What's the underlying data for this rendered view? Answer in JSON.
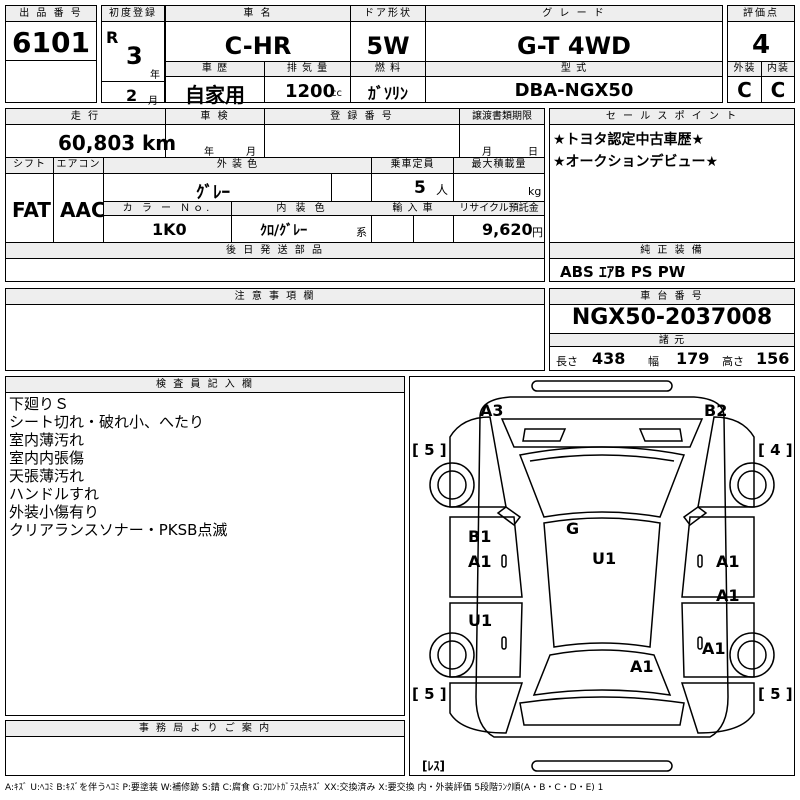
{
  "header": {
    "lot_no_label": "出 品 番 号",
    "lot_no": "6101",
    "first_reg_label": "初度登録",
    "era": "R",
    "year": "3",
    "year_unit": "年",
    "month": "2",
    "month_unit": "月",
    "car_name_label": "車 名",
    "car_name": "C-HR",
    "door_label": "ドア形状",
    "door": "5W",
    "grade_label": "グ レ ー ド",
    "grade": "G-T 4WD",
    "score_label": "評価点",
    "score": "4",
    "history_label": "車 歴",
    "history": "自家用",
    "displacement_label": "排 気 量",
    "displacement": "1200",
    "displacement_unit": "cc",
    "fuel_label": "燃 料",
    "fuel": "ｶﾞｿﾘﾝ",
    "model_label": "型 式",
    "model": "DBA-NGX50",
    "exterior_label": "外装",
    "exterior": "C",
    "interior_label": "内装",
    "interior": "C"
  },
  "row2": {
    "mileage_label": "走 行",
    "mileage": "60,803",
    "mileage_unit": "km",
    "inspection_label": "車 検",
    "inspection_year_unit": "年",
    "inspection_month_unit": "月",
    "registration_label": "登 録 番 号",
    "transfer_label": "譲渡書類期限",
    "transfer_month_unit": "月",
    "transfer_day_unit": "日",
    "shift_label": "シフト",
    "shift": "FAT",
    "ac_label": "エアコン",
    "ac": "AAC",
    "ext_color_label": "外 装 色",
    "ext_color": "ｸﾞﾚｰ",
    "capacity_label": "乗車定員",
    "capacity": "5",
    "capacity_unit": "人",
    "max_load_label": "最大積載量",
    "max_load_unit": "kg",
    "color_no_label": "カ ラ ー Ｎｏ.",
    "color_no": "1K0",
    "int_color_label": "内 装 色",
    "int_color": "ｸﾛ/ｸﾞﾚｰ",
    "int_color_suffix": "系",
    "import_label": "輸 入 車",
    "recycle_label": "リサイクル預託金",
    "recycle": "9,620",
    "recycle_unit": "円",
    "later_label": "後 日 発 送 部 品",
    "sales_label": "セ ー ル ス ポ イ ン ト",
    "sales_points": [
      "★トヨタ認定中古車歴★",
      "★オークションデビュー★"
    ],
    "equip_label": "純 正 装 備",
    "equipment": "ABS ｴｱB PS PW"
  },
  "notes": {
    "caution_label": "注 意 事 項 欄",
    "chassis_label": "車 台 番 号",
    "chassis": "NGX50-2037008",
    "spec_label": "諸 元",
    "length_label": "長さ",
    "length": "438",
    "width_label": "幅",
    "width": "179",
    "height_label": "高さ",
    "height": "156",
    "inspector_label": "検 査 員 記 入 欄",
    "inspector_notes": [
      "下廻りＳ",
      "シート切れ・破れ小、へたり",
      "室内薄汚れ",
      "室内内張傷",
      "天張薄汚れ",
      "ハンドルすれ",
      "外装小傷有り",
      "クリアランスソナー・PKSB点滅"
    ],
    "office_label": "事 務 局 よ り ご 案 内"
  },
  "diagram": {
    "marks": {
      "A3": "A3",
      "B2": "B2",
      "G": "G",
      "B1": "B1",
      "A1_left_front": "A1",
      "U1_center": "U1",
      "A1_right_front": "A1",
      "A1_right_mid": "A1",
      "U1_left": "U1",
      "A1_right_rear": "A1",
      "A1_center_rear": "A1"
    },
    "tire_fl": "[ 5 ]",
    "tire_fr": "[ 4 ]",
    "tire_rl": "[ 5 ]",
    "tire_rr": "[ 5 ]",
    "spare": "[ﾚｽ]"
  },
  "legend": "A:ｷｽﾞ U:ﾍｺﾐ B:ｷｽﾞを伴うﾍｺﾐ P:要塗装 W:補修跡 S:錆 C:腐食 G:ﾌﾛﾝﾄｶﾞﾗｽ点ｷｽﾞ XX:交換済み X:要交換 内・外装評価 5段階ﾗﾝｸ順(A・B・C・D・E) 1"
}
